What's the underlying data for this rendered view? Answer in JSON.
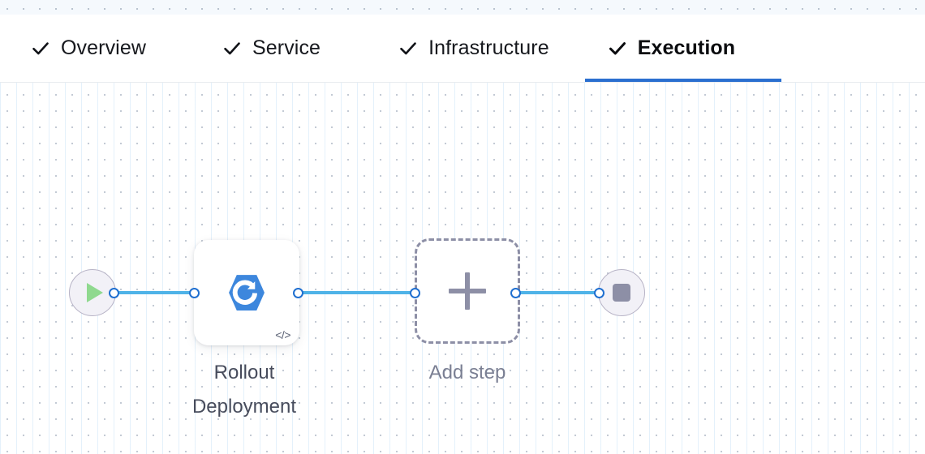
{
  "tabs": [
    {
      "label": "Overview",
      "icon": "check-icon",
      "complete": true,
      "active": false
    },
    {
      "label": "Service",
      "icon": "check-icon",
      "complete": true,
      "active": false
    },
    {
      "label": "Infrastructure",
      "icon": "check-icon",
      "complete": true,
      "active": false
    },
    {
      "label": "Execution",
      "icon": "check-icon",
      "complete": true,
      "active": true
    }
  ],
  "flow": {
    "start_node": {
      "icon": "play-icon",
      "name": "start"
    },
    "end_node": {
      "icon": "stop-icon",
      "name": "end"
    },
    "step_node": {
      "icon": "rollout-deployment-icon",
      "badge_icon": "code-icon",
      "badge_text": "</>",
      "caption": "Rollout\nDeployment"
    },
    "add_node": {
      "icon": "plus-icon",
      "caption": "Add step"
    }
  },
  "colors": {
    "active_tab_underline": "#2a6fd0",
    "edge_line": "#4fb3e8",
    "handle_ring": "#1f6fd0",
    "step_icon_blue": "#3d87dd",
    "play_green": "#8fd98f",
    "stop_grey": "#8d8fa6",
    "dashed_border": "#8d8fa6",
    "tab_text": "#16181d",
    "caption_text": "#474c5c",
    "caption_muted": "#7a7f93",
    "canvas_dot": "#c3cad4",
    "canvas_background": "#ffffff"
  }
}
